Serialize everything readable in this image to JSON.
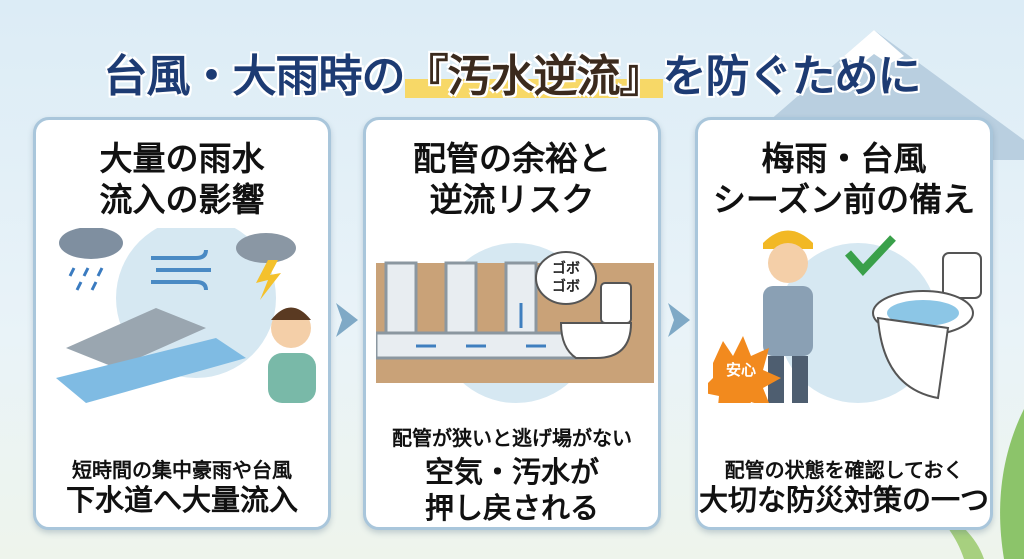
{
  "title": {
    "prefix": "台風・大雨時の",
    "highlight": "『汚水逆流』",
    "suffix": "を防ぐために"
  },
  "cards": [
    {
      "heading": [
        "大量の雨水",
        "流入の影響"
      ],
      "small": "短時間の集中豪雨や台風",
      "big": [
        "下水道へ大量流入"
      ]
    },
    {
      "heading": [
        "配管の余裕と",
        "逆流リスク"
      ],
      "bubble": [
        "ゴボ",
        "ゴボ"
      ],
      "small": "配管が狭いと逃げ場がない",
      "big": [
        "空気・汚水が",
        "押し戻される"
      ]
    },
    {
      "heading": [
        "梅雨・台風",
        "シーズン前の備え"
      ],
      "badge": "安心",
      "small": "配管の状態を確認しておく",
      "big": [
        "大切な防災対策の一つ"
      ]
    }
  ],
  "colors": {
    "title": "#1d3b73",
    "highlight": "#f7d867",
    "card_border": "#a9c6db",
    "arrow": "#7fa9c6"
  }
}
